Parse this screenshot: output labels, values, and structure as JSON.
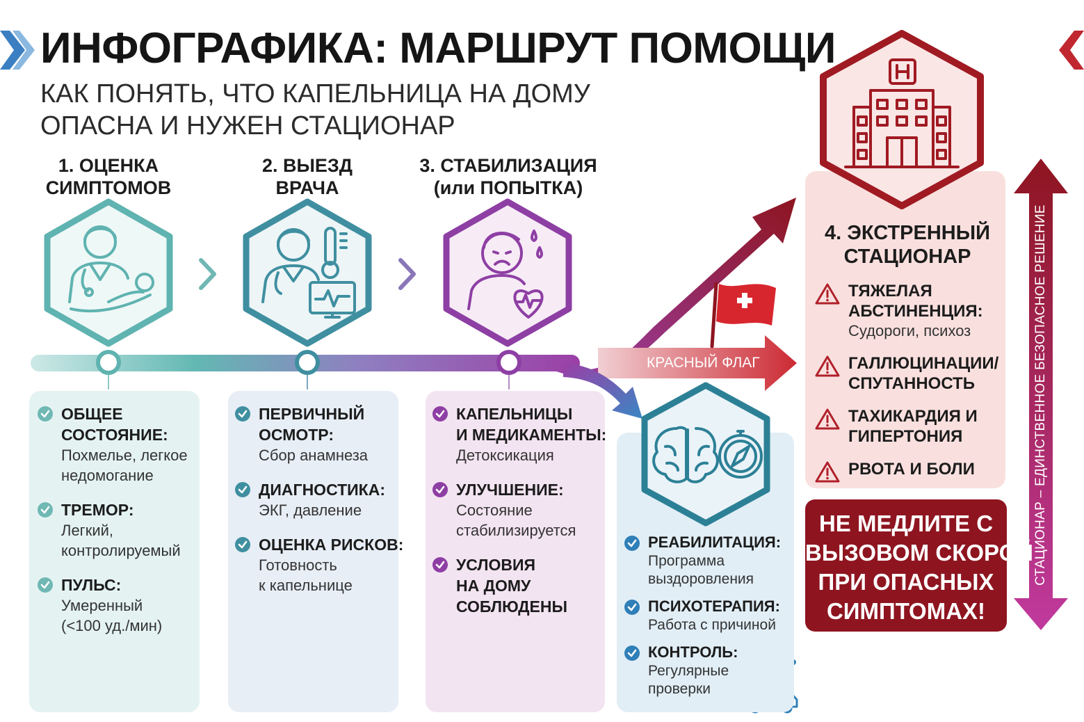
{
  "header": {
    "title": "ИНФОГРАФИКА: МАРШРУТ ПОМОЩИ",
    "subtitle_line1": "КАК ПОНЯТЬ, ЧТО КАПЕЛЬНИЦА НА ДОМУ",
    "subtitle_line2": "ОПАСНА И НУЖЕН СТАЦИОНАР"
  },
  "steps": [
    {
      "title_line1": "1. ОЦЕНКА",
      "title_line2": "СИМПТОМОВ",
      "icon": "doctor-with-patient-icon",
      "items": [
        {
          "label_line1": "ОБЩЕЕ",
          "label_line2": "СОСТОЯНИЕ:",
          "text_line1": "Похмелье, легкое",
          "text_line2": "недомогание"
        },
        {
          "label_line1": "ТРЕМОР:",
          "label_line2": "",
          "text_line1": "Легкий,",
          "text_line2": "контролируемый"
        },
        {
          "label_line1": "ПУЛЬС:",
          "label_line2": "",
          "text_line1": "Умеренный",
          "text_line2": "(<100 уд./мин)"
        }
      ]
    },
    {
      "title_line1": "2. ВЫЕЗД",
      "title_line2": "ВРАЧА",
      "icon": "doctor-thermometer-monitor-icon",
      "items": [
        {
          "label_line1": "ПЕРВИЧНЫЙ",
          "label_line2": "ОСМОТР:",
          "text_line1": "Сбор анамнеза",
          "text_line2": ""
        },
        {
          "label_line1": "ДИАГНОСТИКА:",
          "label_line2": "",
          "text_line1": "ЭКГ, давление",
          "text_line2": ""
        },
        {
          "label_line1": "ОЦЕНКА РИСКОВ:",
          "label_line2": "",
          "text_line1": "Готовность",
          "text_line2": "к капельнице"
        }
      ]
    },
    {
      "title_line1": "3. СТАБИЛИЗАЦИЯ",
      "title_line2": "(или ПОПЫТКА)",
      "icon": "sweating-patient-heart-icon",
      "items": [
        {
          "label_line1": "КАПЕЛЬНИЦЫ",
          "label_line2": "И МЕДИКАМЕНТЫ:",
          "text_line1": "Детоксикация",
          "text_line2": ""
        },
        {
          "label_line1": "УЛУЧШЕНИЕ:",
          "label_line2": "",
          "text_line1": "Состояние",
          "text_line2": "стабилизируется"
        },
        {
          "label_line1": "УСЛОВИЯ",
          "label_line2": "НА ДОМУ",
          "label_line3": "СОБЛЮДЕНЫ",
          "text_line1": "",
          "text_line2": ""
        }
      ]
    },
    {
      "icon": "brain-compass-icon",
      "items": [
        {
          "label_line1": "РЕАБИЛИТАЦИЯ:",
          "text_line1": "Программа",
          "text_line2": "выздоровления"
        },
        {
          "label_line1": "ПСИХОТЕРАПИЯ:",
          "text_line1": "Работа с причиной",
          "text_line2": ""
        },
        {
          "label_line1": "КОНТРОЛЬ:",
          "text_line1": "Регулярные",
          "text_line2": "проверки"
        }
      ]
    }
  ],
  "emergency": {
    "icon": "hospital-building-icon",
    "title_line1": "4. ЭКСТРЕННЫЙ",
    "title_line2": "СТАЦИОНАР",
    "items": [
      {
        "label_line1": "ТЯЖЕЛАЯ",
        "label_line2": "АБСТИНЕНЦИЯ:",
        "text": "Судороги, психоз"
      },
      {
        "label_line1": "ГАЛЛЮЦИНАЦИИ/",
        "label_line2": "СПУТАННОСТЬ",
        "text": ""
      },
      {
        "label_line1": "ТАХИКАРДИЯ И",
        "label_line2": "ГИПЕРТОНИЯ",
        "text": ""
      },
      {
        "label_line1": "РВОТА И БОЛИ",
        "label_line2": "",
        "text": ""
      }
    ]
  },
  "warning_box": {
    "line1": "НЕ МЕДЛИТЕ С",
    "line2": "ВЫЗОВОМ СКОРОЙ",
    "line3": "ПРИ ОПАСНЫХ",
    "line4": "СИМПТОМАХ!"
  },
  "side_label": "СТАЦИОНАР – ЕДИНСТВЕННОЕ БЕЗОПАСНОЕ РЕШЕНИЕ",
  "red_flag_label": "КРАСНЫЙ ФЛАГ",
  "colors": {
    "teal": "#5fb3b0",
    "purple": "#8e3fa4",
    "dark_red": "#8e1520",
    "blue": "#2f7fb8"
  }
}
